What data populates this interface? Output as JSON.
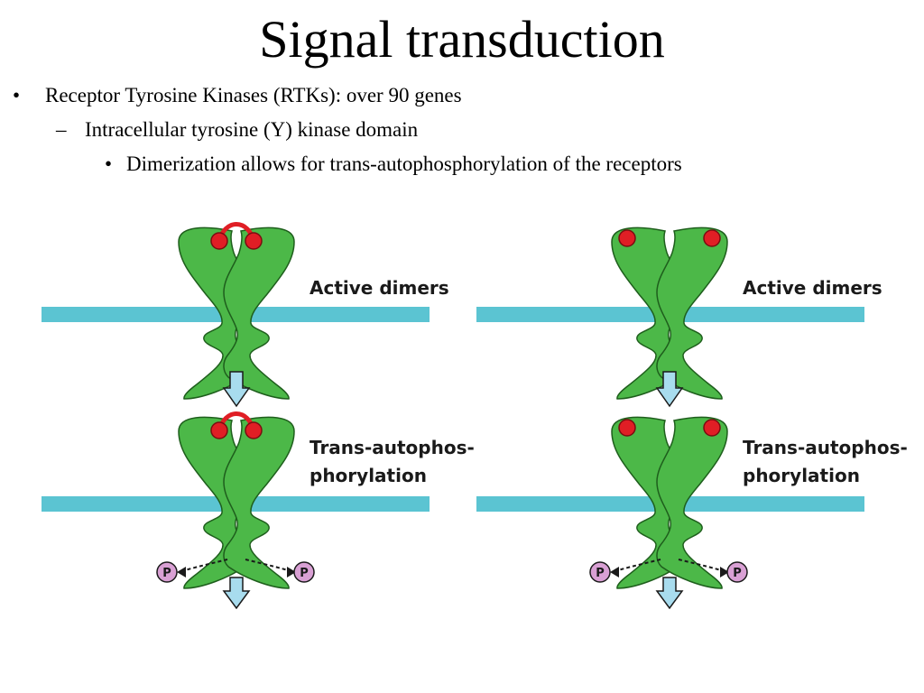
{
  "slide": {
    "title": "Signal transduction",
    "bullets": [
      {
        "marker": "•",
        "text": "Receptor Tyrosine Kinases (RTKs): over 90 genes"
      },
      {
        "marker": "–",
        "text": "Intracellular tyrosine (Y) kinase domain"
      },
      {
        "marker": "•",
        "text": "Dimerization allows for trans-autophosphorylation of the receptors"
      }
    ]
  },
  "diagram": {
    "panels": [
      {
        "label_top": "Active dimers",
        "label_bottom_1": "Trans-autophos-",
        "label_bottom_2": "phorylation",
        "ligand_bridge": true
      },
      {
        "label_top": "Active dimers",
        "label_bottom_1": "Trans-autophos-",
        "label_bottom_2": "phorylation",
        "ligand_bridge": false
      }
    ],
    "phosphate_label": "P",
    "colors": {
      "receptor": "#4cb848",
      "receptor_outline": "#1e5e1c",
      "membrane": "#5bc4d2",
      "ligand": "#e01e25",
      "phosphate": "#d9a0d4",
      "arrow": "#a8dcee"
    }
  }
}
